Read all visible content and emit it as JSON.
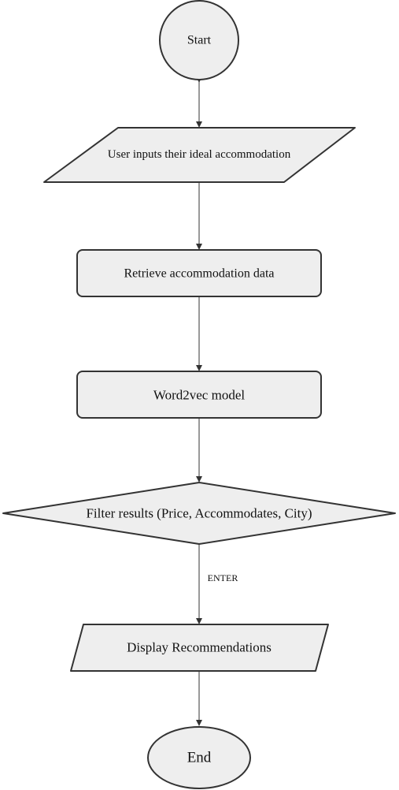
{
  "nodes": {
    "start": "Start",
    "input": "User inputs their ideal accommodation",
    "retrieve": "Retrieve accommodation data",
    "model": "Word2vec model",
    "filter": "Filter results (Price, Accommodates, City)",
    "display": "Display Recommendations",
    "end": "End"
  },
  "edges": {
    "filter_to_display": "ENTER"
  }
}
